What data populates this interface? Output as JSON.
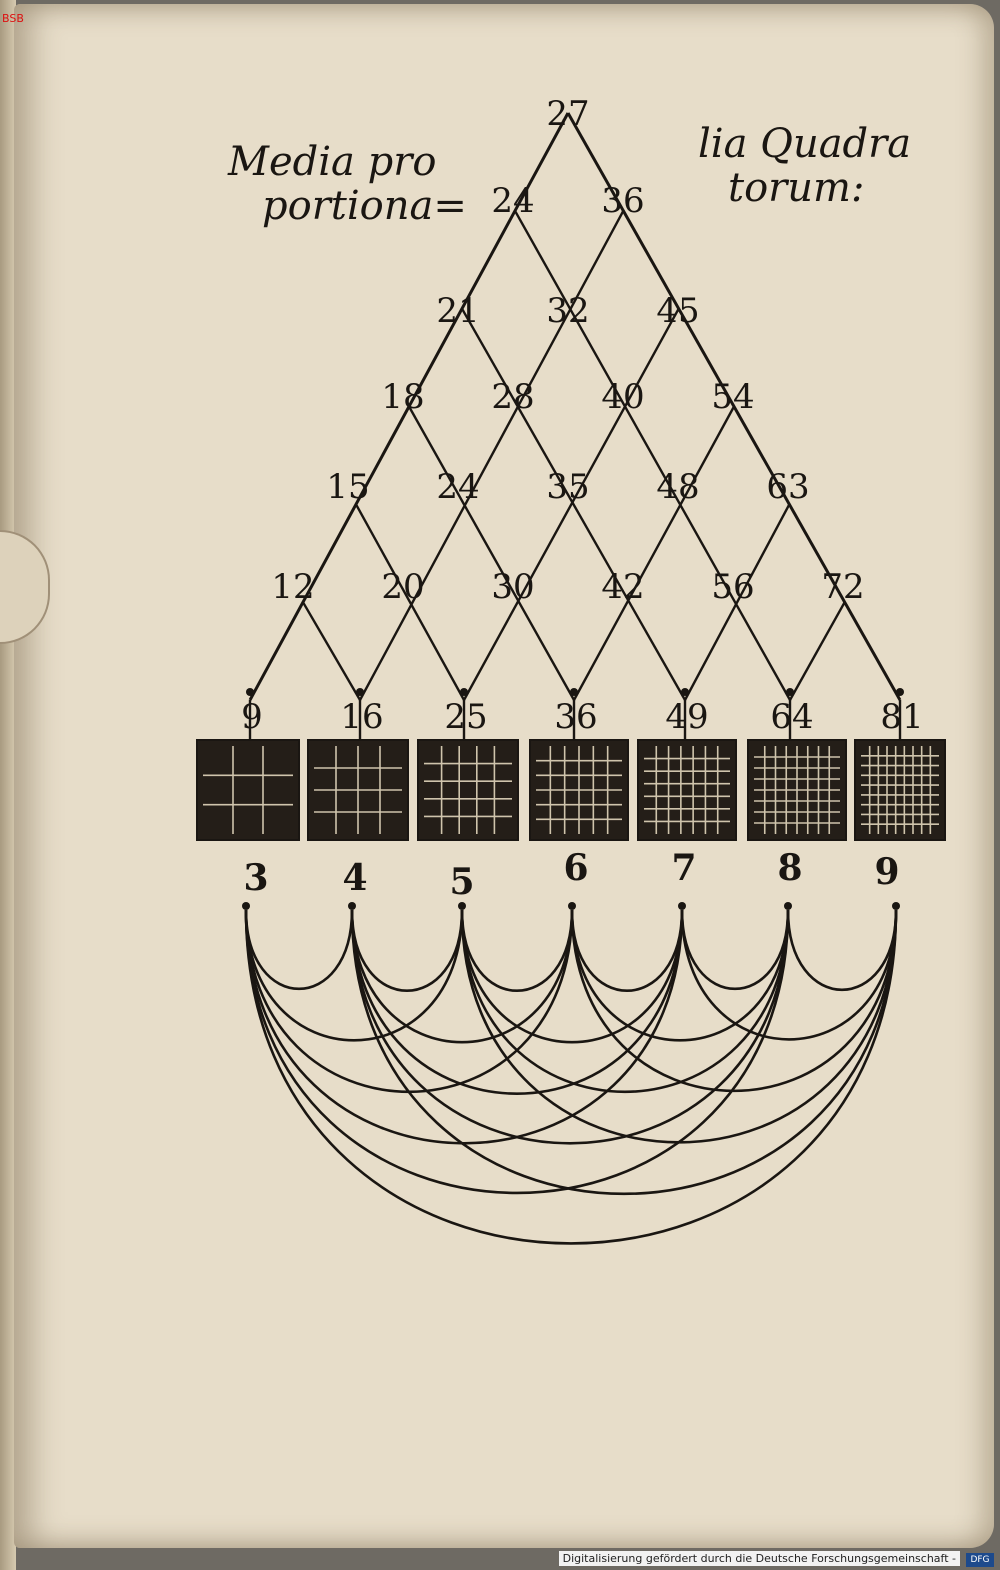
{
  "library_mark": "BSB",
  "caption_left": [
    "Media pro",
    "portiona="
  ],
  "caption_right": [
    "lia Quadra",
    "torum:"
  ],
  "diagram": {
    "rows": [
      [
        "27"
      ],
      [
        "24",
        "36"
      ],
      [
        "21",
        "32",
        "45"
      ],
      [
        "18",
        "28",
        "40",
        "54"
      ],
      [
        "15",
        "24",
        "35",
        "48",
        "63"
      ],
      [
        "12",
        "20",
        "30",
        "42",
        "56",
        "72"
      ]
    ],
    "squares": [
      "9",
      "16",
      "25",
      "36",
      "49",
      "64",
      "81"
    ],
    "roots": [
      "3",
      "4",
      "5",
      "6",
      "7",
      "8",
      "9"
    ]
  },
  "footer_text": "Digitalisierung gefördert durch die Deutsche Forschungsgemeinschaft -",
  "footer_logo": "DFG"
}
